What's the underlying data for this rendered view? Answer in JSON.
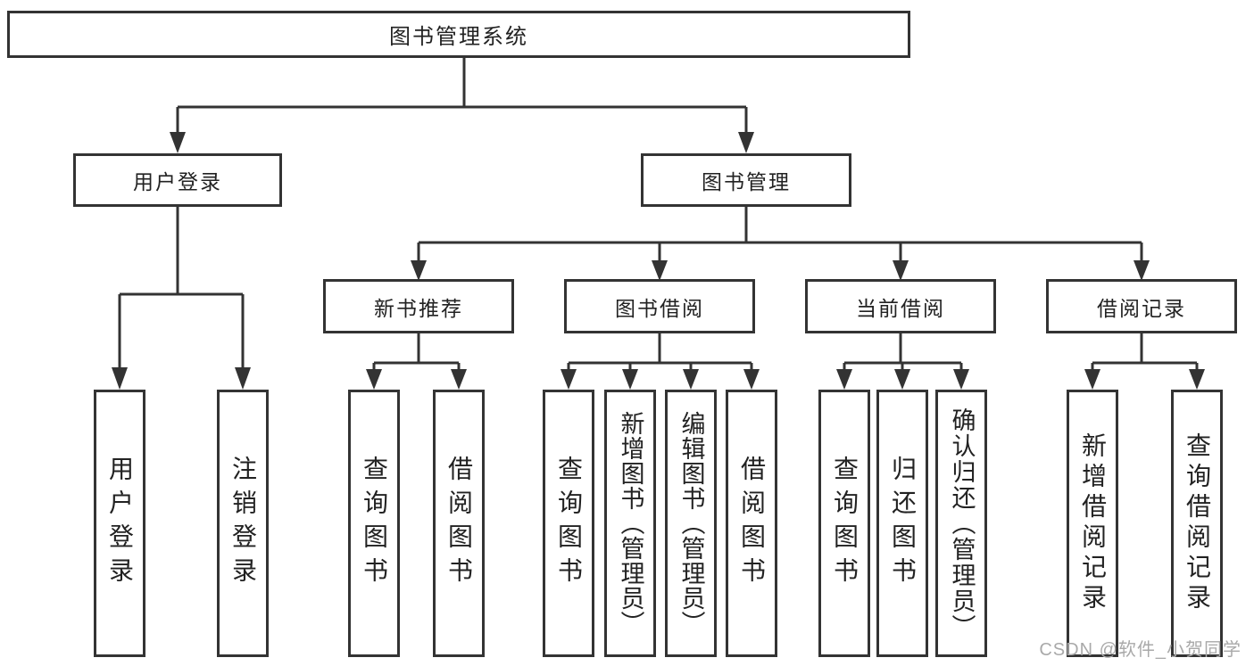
{
  "diagram": {
    "root": {
      "label": "图书管理系统"
    },
    "branches": [
      {
        "label": "用户登录",
        "children": [
          {
            "label": "用户登录"
          },
          {
            "label": "注销登录"
          }
        ]
      },
      {
        "label": "图书管理",
        "children": [
          {
            "label": "新书推荐",
            "children": [
              {
                "label": "查询图书"
              },
              {
                "label": "借阅图书"
              }
            ]
          },
          {
            "label": "图书借阅",
            "children": [
              {
                "label": "查询图书"
              },
              {
                "label": "新增图书（管理员）"
              },
              {
                "label": "编辑图书（管理员）"
              },
              {
                "label": "借阅图书"
              }
            ]
          },
          {
            "label": "当前借阅",
            "children": [
              {
                "label": "查询图书"
              },
              {
                "label": "归还图书"
              },
              {
                "label": "确认归还（管理员）"
              }
            ]
          },
          {
            "label": "借阅记录",
            "children": [
              {
                "label": "新增借阅记录"
              },
              {
                "label": "查询借阅记录"
              }
            ]
          }
        ]
      }
    ]
  },
  "watermark": {
    "text": "CSDN @软件_小贺同学"
  },
  "colors": {
    "line": "#333333",
    "box_border": "#333333",
    "box_fill": "#ffffff",
    "text": "#222222",
    "watermark": "#a9a9a9",
    "background": "#ffffff"
  }
}
